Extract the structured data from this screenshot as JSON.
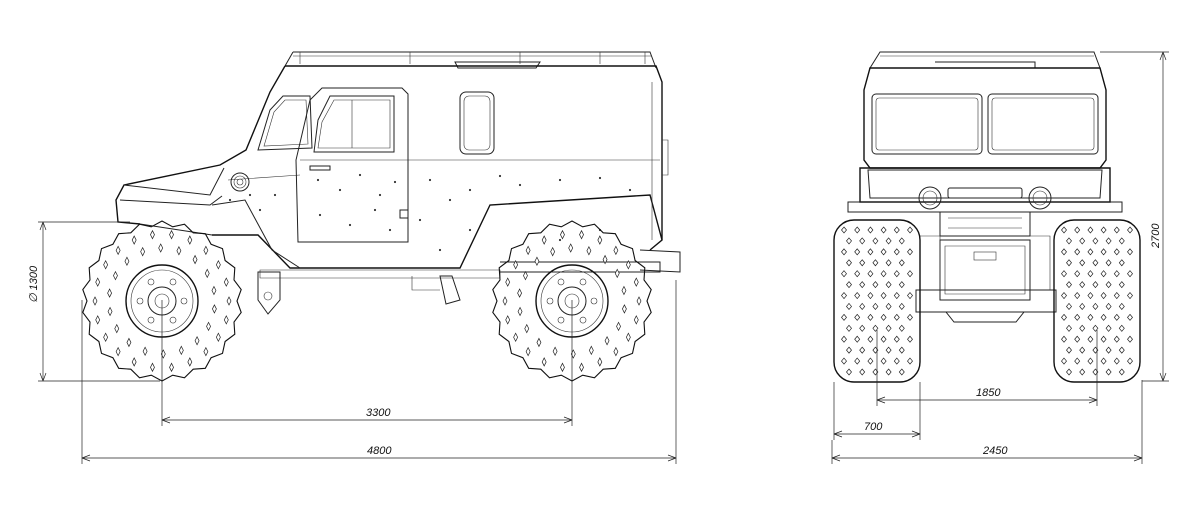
{
  "drawing": {
    "title": "",
    "dimensions": {
      "wheel_diameter": "∅ 1300",
      "wheelbase": "3300",
      "overall_length": "4800",
      "track_width": "1850",
      "tire_width": "700",
      "overall_width": "2450",
      "overall_height": "2700"
    }
  }
}
